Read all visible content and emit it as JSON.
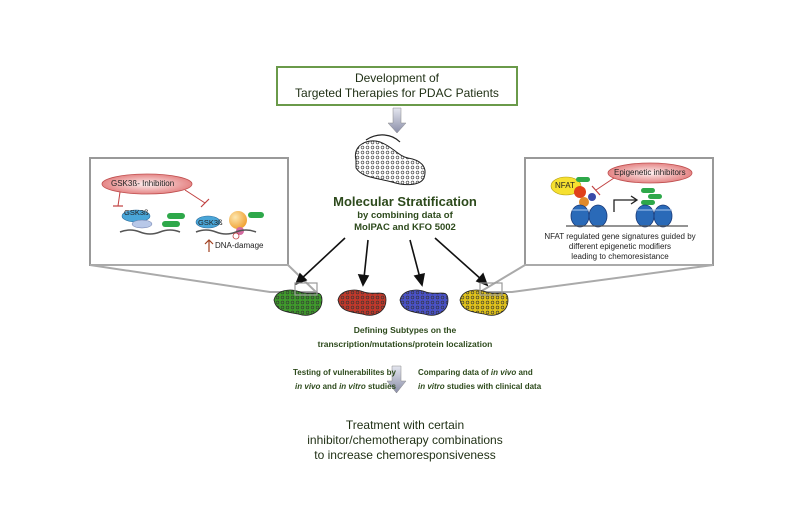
{
  "title_box": {
    "line1": "Development of",
    "line2": "Targeted Therapies for PDAC Patients"
  },
  "stratification": {
    "title": "Molecular Stratification",
    "line1": "by combining data of",
    "line2": "MolPAC and KFO 5002"
  },
  "left_panel": {
    "inhibition_label": "GSK3ß- Inhibition",
    "protein1": "GSK3ß",
    "protein2": "GSK3ß",
    "damage_label": "DNA-damage"
  },
  "right_panel": {
    "nfat_label": "NFAT",
    "epigenetic_label": "Epigenetic inhibitors",
    "desc_line1": "NFAT regulated gene signatures guided by",
    "desc_line2": "different epigenetic modifiers",
    "desc_line3": "leading to chemoresistance"
  },
  "subtypes": {
    "line1": "Defining Subtypes on the",
    "line2": "transcription/mutations/protein localization",
    "colors": [
      "#3f9a2c",
      "#c0392b",
      "#4a52c8",
      "#e0c21a"
    ]
  },
  "testing": {
    "line1": "Testing of vulnerabilites by",
    "italic1": "in vivo",
    "and": "and",
    "italic2": "in vitro",
    "tail": "studies"
  },
  "comparing": {
    "line1_pre": "Comparing data of",
    "italic1": "in vivo",
    "line1_post": "and",
    "italic2": "in vitro",
    "line2_post": "studies with clinical data"
  },
  "treatment": {
    "line1": "Treatment with certain",
    "line2": "inhibitor/chemotherapy combinations",
    "line3": "to increase chemoresponsiveness"
  }
}
